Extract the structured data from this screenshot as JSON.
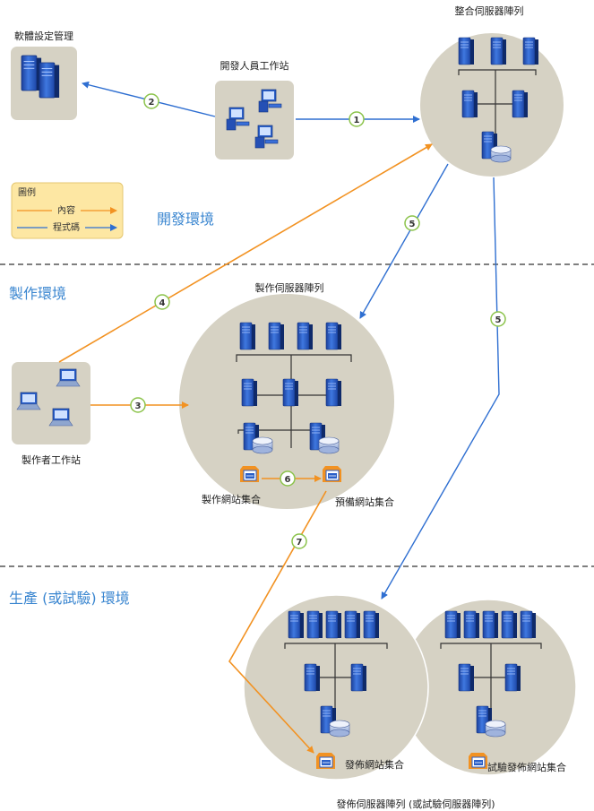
{
  "labels": {
    "software_config": "軟體設定管理",
    "dev_workstation": "開發人員工作站",
    "integration_farm": "整合伺服器陣列",
    "legend_title": "圖例",
    "legend_content": "內容",
    "legend_code": "程式碼",
    "authoring_farm": "製作伺服器陣列",
    "author_workstation": "製作者工作站",
    "authoring_site_collection": "製作網站集合",
    "staging_site_collection": "預備網站集合",
    "publishing_site_collection": "發佈網站集合",
    "pilot_publishing_site_collection": "試驗發佈網站集合",
    "publishing_farm": "發佈伺服器陣列 (或試驗伺服器陣列)"
  },
  "environments": {
    "dev": "開發環境",
    "authoring": "製作環境",
    "production": "生產 (或試驗) 環境"
  },
  "steps": [
    "1",
    "2",
    "3",
    "4",
    "5",
    "5",
    "6",
    "7"
  ],
  "colors": {
    "code_arrow": "#2f6fd1",
    "content_arrow": "#f29222",
    "farm_fill": "#d6d2c4",
    "server_blue": "#2a5fc8",
    "legend_fill": "#fde7a3",
    "badge_ring": "#8bc34a",
    "env_text": "#3a86d0"
  },
  "icons": [
    "server-icon",
    "database-server-icon",
    "workstation-icon",
    "laptop-icon",
    "site-collection-icon"
  ]
}
